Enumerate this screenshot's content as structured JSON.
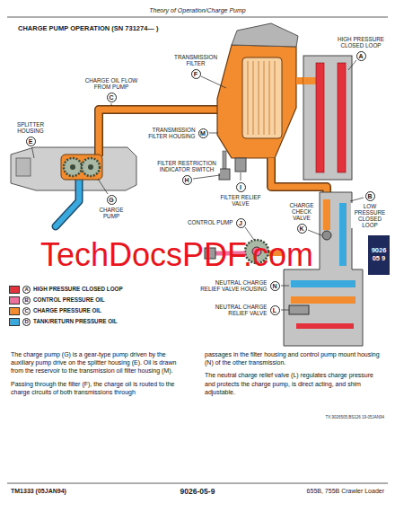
{
  "diagram": {
    "title": "CHARGE PUMP OPERATION (SN 731274— )",
    "nodes": [
      {
        "text": [
          "HIGH PRESSURE CLOSED LOOP",
          "A"
        ]
      },
      {
        "text": [
          "TRANSMISSION FILTER",
          "F"
        ]
      },
      {
        "text": [
          "CHARGE OIL FLOW FROM PUMP",
          "C"
        ]
      },
      {
        "text": [
          "SPLITTER HOUSING",
          "E"
        ]
      },
      {
        "text": [
          "TRANSMISSION FILTER HOUSING",
          "M"
        ]
      },
      {
        "text": [
          "FILTER RESTRICTION INDICATOR SWITCH",
          "H"
        ]
      },
      {
        "text": [
          "I",
          "FILTER RELIEF VALVE"
        ]
      },
      {
        "text": [
          "B",
          "LOW PRESSURE CLOSED LOOP"
        ]
      },
      {
        "text": [
          "G",
          "CHARGE PUMP"
        ]
      },
      {
        "text": [
          "CHARGE CHECK VALVE",
          "K"
        ]
      },
      {
        "text": [
          "CONTROL PUMP",
          "J"
        ]
      },
      {
        "text": [
          "9026 05 9"
        ]
      },
      {
        "text": [
          "NEUTRAL CHARGE RELIEF VALVE HOUSING",
          "N"
        ]
      },
      {
        "text": [
          "NEUTRAL CHARGE RELIEF VALVE",
          "L"
        ]
      }
    ],
    "labels": [
      "Theory of Operation/Charge Pump",
      "TechDocsPDF.com",
      "A",
      "B",
      "C",
      "D",
      "The charge pump (G) is a gear-type pump driven by the auxiliary pump drive on the splitter housing (E). Oil is drawn from the reservoir to the transmission oil filter housing (M).",
      "Passing through the filter (F), the charge oil is routed to the charge circuits of both transmissions through",
      "passages in the filter housing and control pump mount housing (N) of the other transmission.",
      "The neutral charge relief valve (L) regulates charge pressure and protects the charge pump, is direct acting, and shim adjustable.",
      "TX,9026505,BS126 19-05JAN94",
      "TM1333 (05JAN94)",
      "9026-05-9",
      "655B, 755B Crawler Loader"
    ],
    "legend": [
      {
        "text": "HIGH PRESSURE CLOSED LOOP",
        "color": "#e3323b"
      },
      {
        "text": "CONTROL PRESSURE OIL",
        "color": "#ee6f9c"
      },
      {
        "text": "CHARGE PRESSURE OIL",
        "color": "#f28c2e"
      },
      {
        "text": "TANK/RETURN PRESSURE OIL",
        "color": "#3aa9de"
      }
    ]
  }
}
